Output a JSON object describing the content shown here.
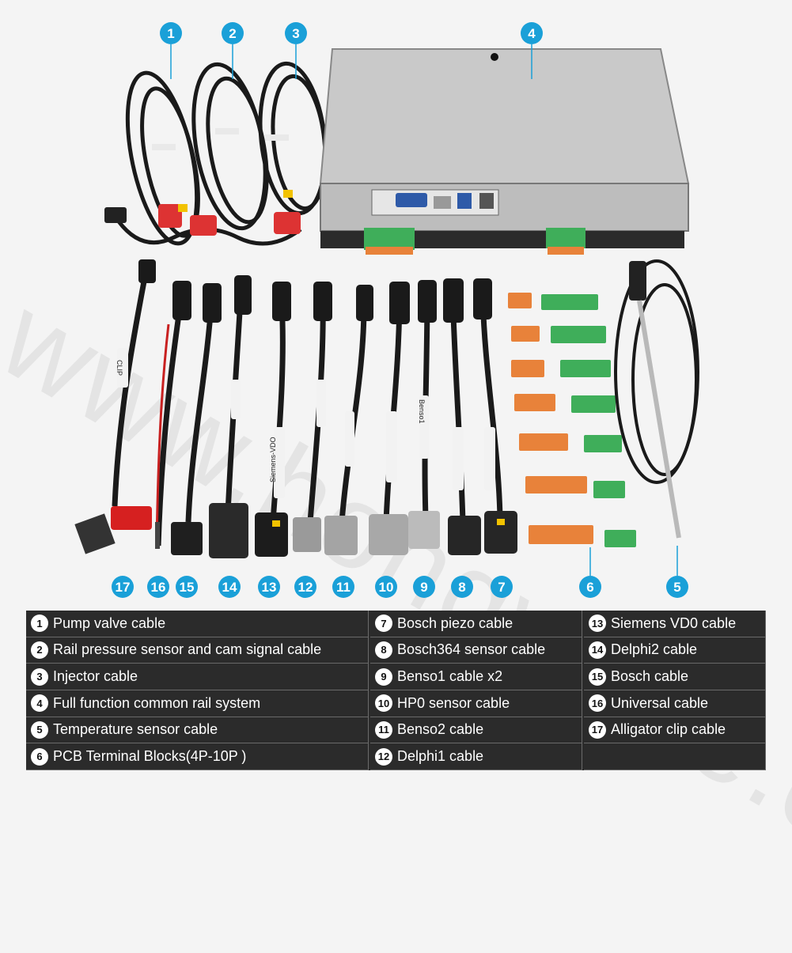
{
  "watermark": "www.hongwave.com",
  "cable_labels": {
    "clip": "CLIP",
    "siemens": "Siemens-VDO",
    "benso": "Benso1"
  },
  "badges": [
    "1",
    "2",
    "3",
    "4",
    "5",
    "6",
    "7",
    "8",
    "9",
    "10",
    "11",
    "12",
    "13",
    "14",
    "15",
    "16",
    "17"
  ],
  "legend": {
    "col1": [
      {
        "num": "1",
        "label": "Pump valve cable"
      },
      {
        "num": "2",
        "label": "Rail pressure sensor and cam signal cable"
      },
      {
        "num": "3",
        "label": "Injector cable"
      },
      {
        "num": "4",
        "label": "Full function common rail system"
      },
      {
        "num": "5",
        "label": "Temperature sensor cable"
      },
      {
        "num": "6",
        "label": "PCB Terminal Blocks(4P-10P )"
      }
    ],
    "col2": [
      {
        "num": "7",
        "label": "Bosch piezo cable"
      },
      {
        "num": "8",
        "label": "Bosch364 sensor cable"
      },
      {
        "num": "9",
        "label": "Benso1 cable x2"
      },
      {
        "num": "10",
        "label": "HP0 sensor cable"
      },
      {
        "num": "11",
        "label": "Benso2 cable"
      },
      {
        "num": "12",
        "label": "Delphi1 cable"
      }
    ],
    "col3": [
      {
        "num": "13",
        "label": "Siemens VD0 cable"
      },
      {
        "num": "14",
        "label": "Delphi2 cable"
      },
      {
        "num": "15",
        "label": "Bosch  cable"
      },
      {
        "num": "16",
        "label": "Universal cable"
      },
      {
        "num": "17",
        "label": "Alligator clip cable"
      }
    ]
  },
  "colors": {
    "badge": "#1aa0d8",
    "legend_bg": "#2b2b2b",
    "terminal_orange": "#e8823a",
    "terminal_green": "#3fae5a"
  }
}
